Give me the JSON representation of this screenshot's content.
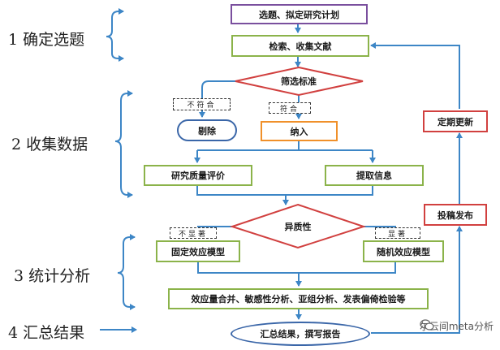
{
  "stages": [
    {
      "label": "1 确定选题"
    },
    {
      "label": "2 收集数据"
    },
    {
      "label": "3 统计分析"
    },
    {
      "label": "4 汇总结果"
    }
  ],
  "nodes": {
    "topic": "选题、拟定研究计划",
    "search": "检索、收集文献",
    "screen": "筛选标准",
    "exclude": "剔除",
    "include": "纳入",
    "quality": "研究质量评价",
    "extract": "提取信息",
    "heterogeneity": "异质性",
    "fixed": "固定效应模型",
    "random": "随机效应模型",
    "analysis": "效应量合并、敏感性分析、亚组分析、发表偏倚检验等",
    "summary": "汇总结果，撰写报告",
    "update": "定期更新",
    "submit": "投稿发布"
  },
  "tags": {
    "not_met": "不符合",
    "met": "符合",
    "not_significant": "不显著",
    "significant": "显著"
  },
  "watermark": "尔云间meta分析"
}
